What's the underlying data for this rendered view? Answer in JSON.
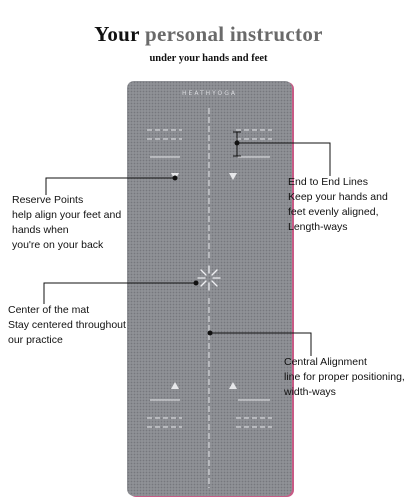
{
  "header": {
    "title_part1": "Your",
    "title_part2": "personal instructor",
    "subtitle": "under your hands and feet"
  },
  "mat": {
    "brand": "HEATHYOGA",
    "color": "#8f9196",
    "edge_color": "#c75b86"
  },
  "callouts": {
    "reserve_points": {
      "lines": [
        "Reserve Points",
        "help align your feet and",
        "hands when",
        "you're on your back"
      ]
    },
    "end_to_end": {
      "lines": [
        "End to End Lines",
        "Keep your hands and",
        "feet evenly aligned,",
        "Length-ways"
      ]
    },
    "center": {
      "lines": [
        "Center of the mat",
        "Stay centered throughout",
        "our practice"
      ]
    },
    "central_alignment": {
      "lines": [
        "Central Alignment",
        "line for proper positioning,",
        "width-ways"
      ]
    }
  }
}
